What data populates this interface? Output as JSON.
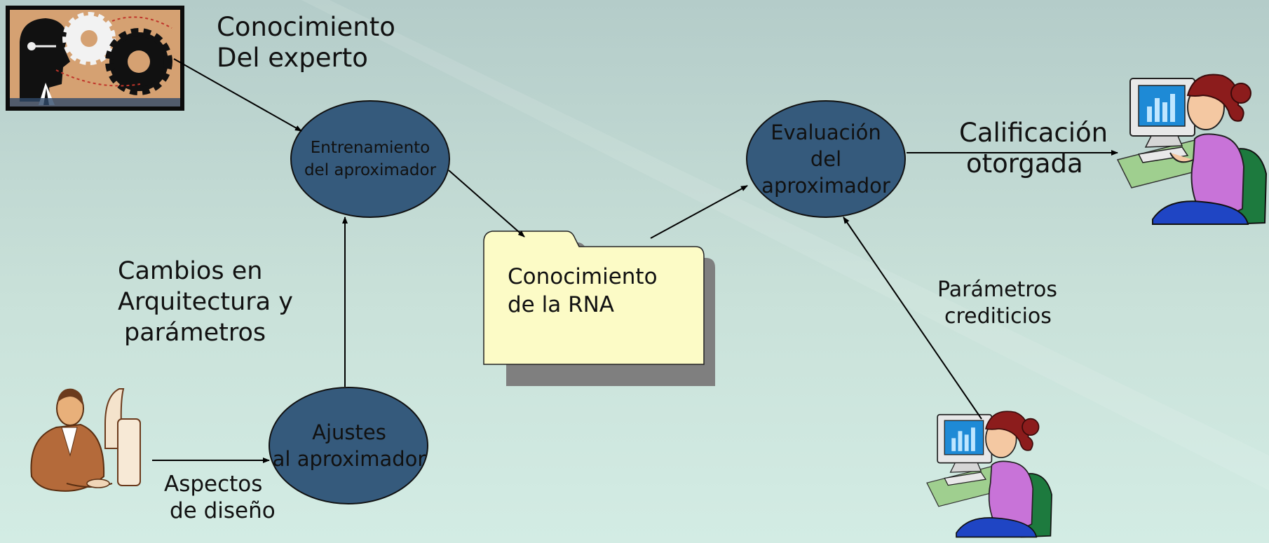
{
  "nodes": {
    "training": [
      "Entrenamiento",
      "del aproximador"
    ],
    "adjustments": [
      "Ajustes",
      "al aproximador"
    ],
    "evaluation": [
      "Evaluación",
      "del",
      "aproximador"
    ],
    "knowledge_folder": [
      "Conocimiento",
      "de la RNA"
    ]
  },
  "labels": {
    "expert_knowledge": [
      "Conocimiento",
      "Del experto"
    ],
    "architecture_changes": [
      "Cambios en",
      "Arquitectura y",
      "parámetros"
    ],
    "design_aspects": [
      "Aspectos",
      "de diseño"
    ],
    "rating": [
      "Calificación",
      "otorgada"
    ],
    "credit_params": [
      "Parámetros",
      "crediticios"
    ]
  },
  "colors": {
    "node_fill": "#355a7c",
    "folder_fill": "#fcfbc6",
    "folder_shadow": "#7f7f7f",
    "background_top": "#b4ccc9",
    "background_bottom": "#d3ece4"
  },
  "icons": [
    "expert-gears-icon",
    "designer-at-computer-icon",
    "woman-at-computer-icon"
  ]
}
